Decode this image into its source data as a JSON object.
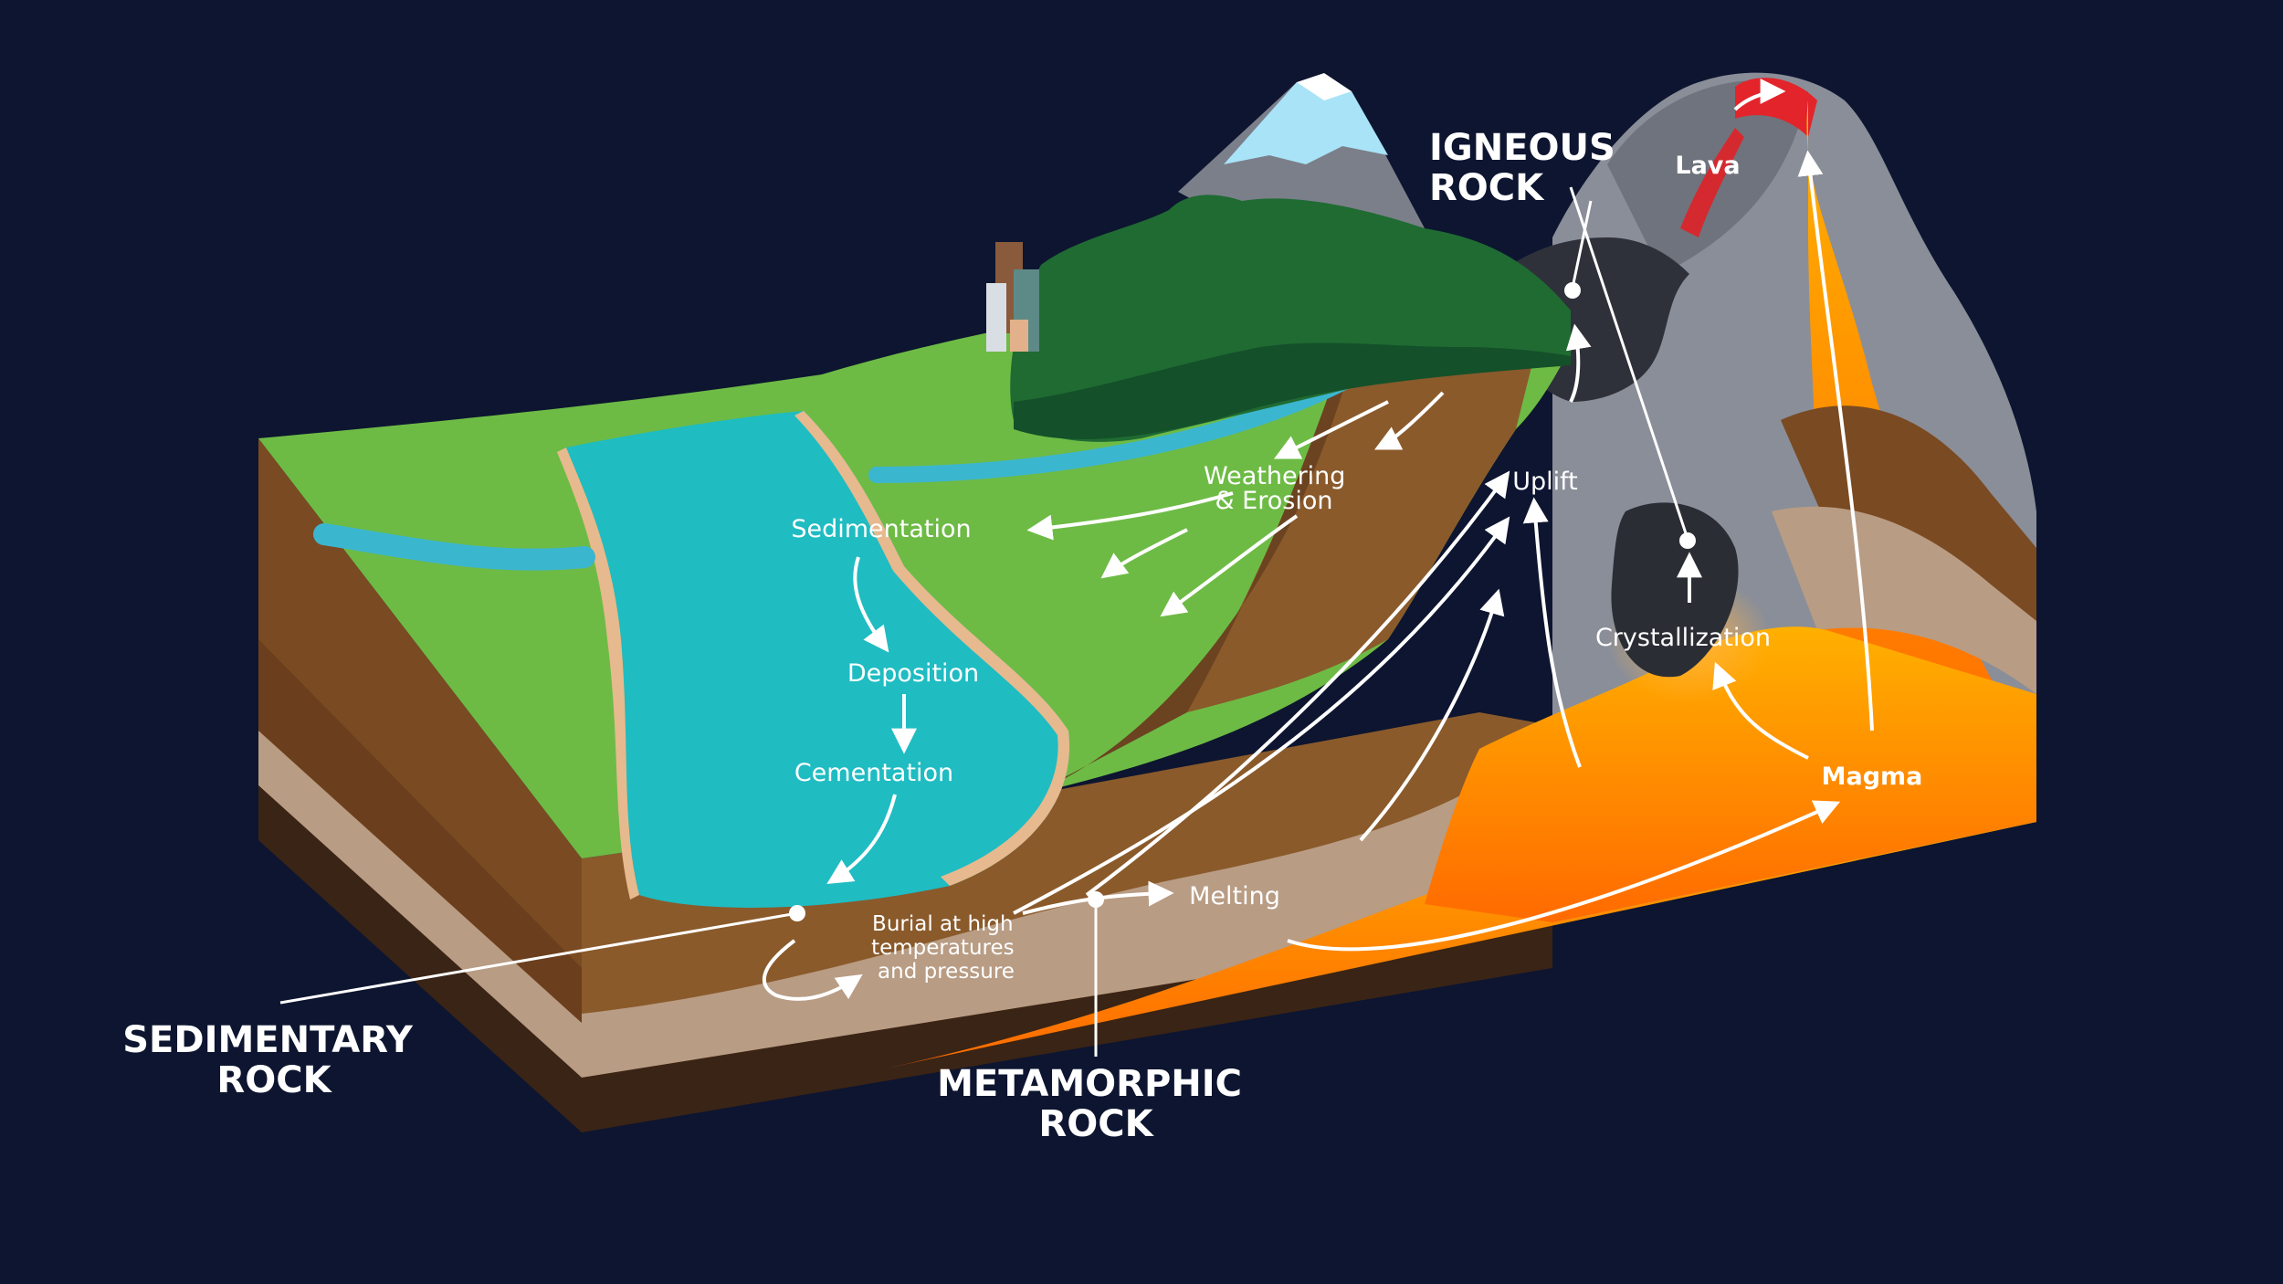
{
  "labels": {
    "sedimentary_title": [
      "SEDIMENTARY",
      "ROCK"
    ],
    "metamorphic_title": [
      "METAMORPHIC",
      "ROCK"
    ],
    "igneous_title": [
      "IGNEOUS",
      "ROCK"
    ],
    "sedimentation": "Sedimentation",
    "deposition": "Deposition",
    "cementation": "Cementation",
    "weathering": [
      "Weathering",
      "& Erosion"
    ],
    "burial": [
      "Burial at high",
      "temperatures",
      "and pressure"
    ],
    "melting": "Melting",
    "uplift": "Uplift",
    "crystallization": "Crystallization",
    "magma": "Magma",
    "lava": "Lava"
  },
  "colors": {
    "background": "#0d1530",
    "grass": "#6dbb45",
    "water": "#1fbcc2",
    "soil": "#8a5a2b",
    "sand": "#c9a88a",
    "magma": "#ff8a00",
    "lava": "#e3242b",
    "mountain": "#8a8e98"
  }
}
